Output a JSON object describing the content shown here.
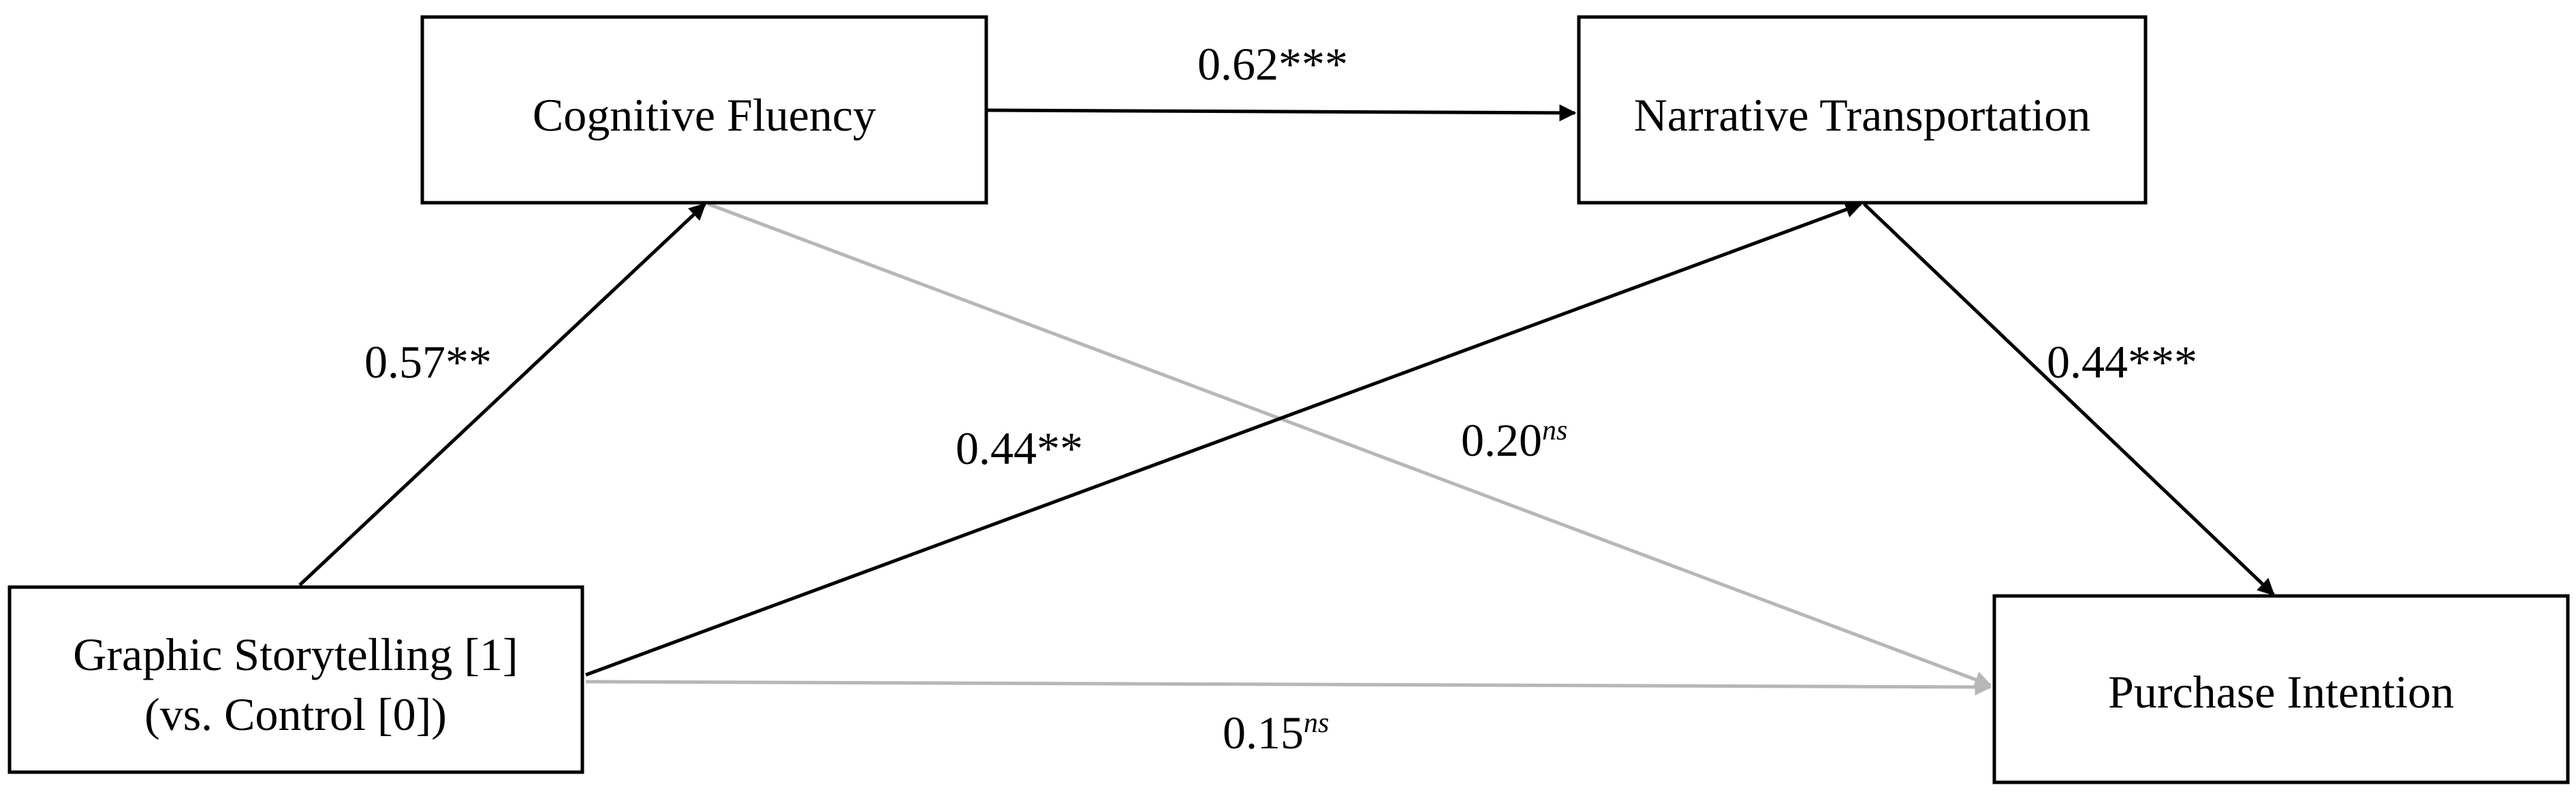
{
  "colors": {
    "significant_path": "#000000",
    "nonsignificant_path": "#b7b7b7",
    "box_border": "#000000",
    "background": "#ffffff"
  },
  "nodes": {
    "cognitive_fluency": {
      "label": "Cognitive Fluency"
    },
    "narrative_transportation": {
      "label": "Narrative Transportation"
    },
    "graphic_storytelling": {
      "label_line1": "Graphic Storytelling [1]",
      "label_line2": "(vs. Control [0])"
    },
    "purchase_intention": {
      "label": "Purchase Intention"
    }
  },
  "edges": {
    "gs_to_cf": {
      "coef": "0.57",
      "sig": "**",
      "significant": true
    },
    "cf_to_nt": {
      "coef": "0.62",
      "sig": "***",
      "significant": true
    },
    "gs_to_nt": {
      "coef": "0.44",
      "sig": "**",
      "significant": true
    },
    "nt_to_pi": {
      "coef": "0.44",
      "sig": "***",
      "significant": true
    },
    "cf_to_pi": {
      "coef": "0.20",
      "sig": "ns",
      "significant": false
    },
    "gs_to_pi": {
      "coef": "0.15",
      "sig": "ns",
      "significant": false
    }
  }
}
